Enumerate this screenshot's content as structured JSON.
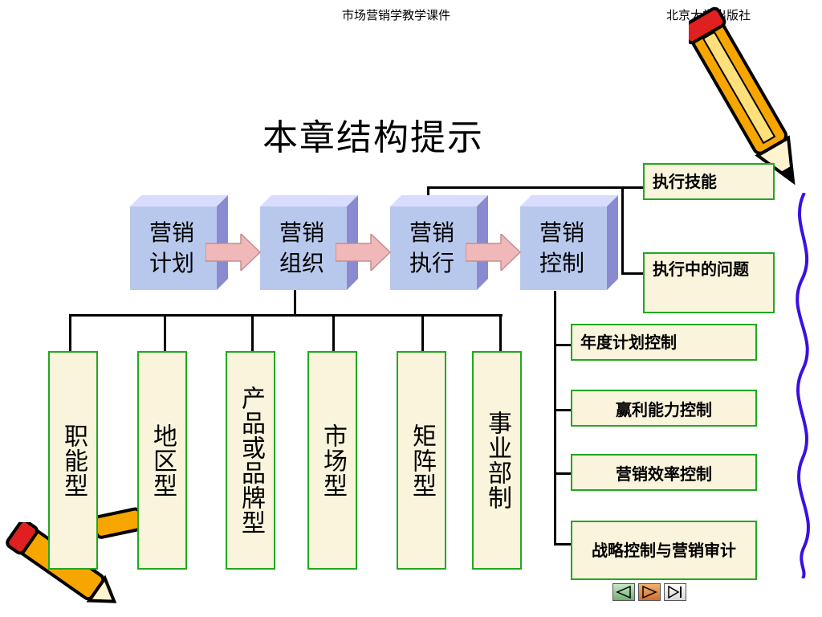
{
  "header": {
    "left": "市场营销学教学课件",
    "right": "北京大学出版社"
  },
  "title": "本章结构提示",
  "process": [
    {
      "line1": "营销",
      "line2": "计划"
    },
    {
      "line1": "营销",
      "line2": "组织"
    },
    {
      "line1": "营销",
      "line2": "执行"
    },
    {
      "line1": "营销",
      "line2": "控制"
    }
  ],
  "org_types": [
    "职能型",
    "地区型",
    "产品或品牌型",
    "市场型",
    "矩阵型",
    "事业部制"
  ],
  "execution": [
    "执行技能",
    "执行中的问题"
  ],
  "control": [
    "年度计划控制",
    "赢利能力控制",
    "营销效率控制",
    "战略控制与营销审计"
  ],
  "nav": [
    "prev-icon",
    "next-icon",
    "last-icon"
  ]
}
